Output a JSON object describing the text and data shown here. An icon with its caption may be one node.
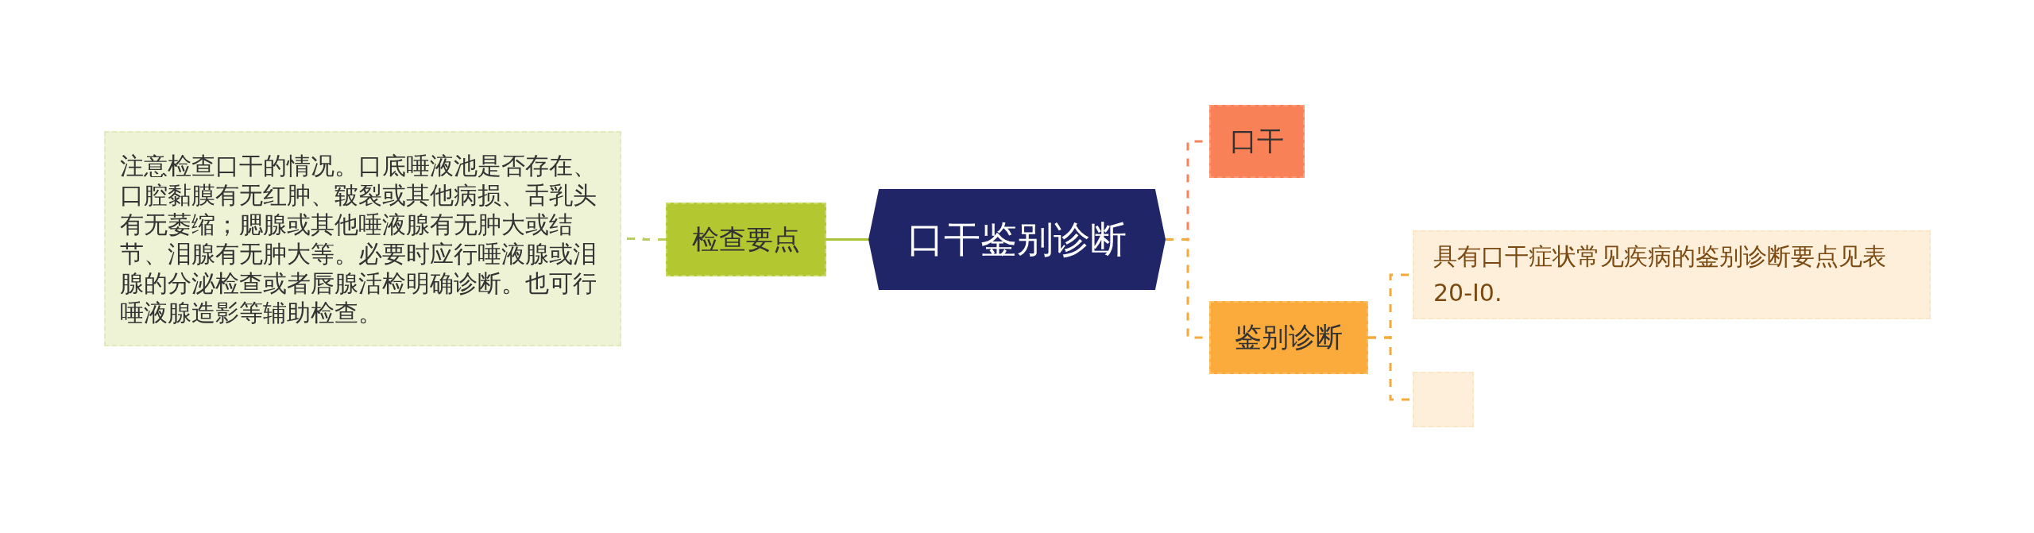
{
  "diagram": {
    "nodes": [
      {
        "text": [
          "口干鉴别诊断"
        ]
      },
      {
        "text": [
          "检查要点"
        ]
      },
      {
        "text": [
          "注意检查口干的情况。口底唾液池是否存在、口腔黏膜有无红肿、皲裂或其他病损、舌乳头有无萎缩；腮腺或其他唾液腺有无肿大或结节、泪腺有无肿大等。必要时应行唾液腺或泪腺的分泌检查或者唇腺活检明确诊断。也可行唾液腺造影等辅助检查。"
        ]
      },
      {
        "text": [
          "口干"
        ]
      },
      {
        "text": [
          "鉴别诊断"
        ]
      },
      {
        "text": [
          "具有口干症状常见疾病的鉴别诊断要点见表20-I0."
        ]
      },
      {
        "text": [],
        "shape": "box"
      }
    ],
    "edges": [
      {
        "from": 0,
        "to": 1,
        "arrow": "none",
        "color": "#a9c43a"
      },
      {
        "from": 1,
        "to": 2,
        "arrow": "none",
        "style": "dashed",
        "color": "#b9cf5c"
      },
      {
        "from": 0,
        "to": 3,
        "arrow": "none",
        "style": "dashed",
        "color": "#f4845c"
      },
      {
        "from": 0,
        "to": 4,
        "arrow": "none",
        "style": "dashed",
        "color": "#f5a93b"
      },
      {
        "from": 4,
        "to": 5,
        "arrow": "none",
        "style": "dashed",
        "color": "#f5a93b"
      },
      {
        "from": 4,
        "to": 6,
        "arrow": "none",
        "style": "dashed",
        "color": "#f5a93b"
      }
    ]
  }
}
